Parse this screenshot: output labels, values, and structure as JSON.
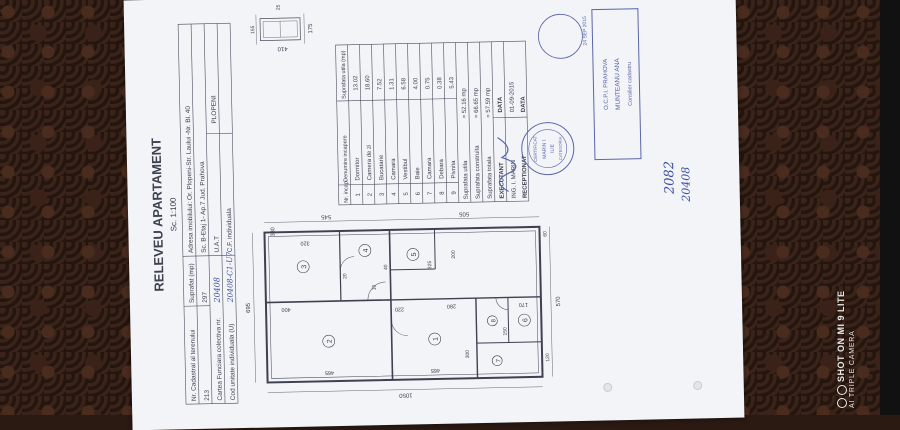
{
  "title": "RELEVEU APARTAMENT",
  "scale": "Sc. 1:100",
  "info_table": {
    "headers": [
      "Nr. Cadastral al terenului",
      "Suprafat (mp)",
      "Adresa imobilului: Or. Plopeni-Str. Laului -Nr. Bl. 40"
    ],
    "row1": [
      "213",
      "297",
      "Sc. B-Etaj 1- Ap.7 Jud. Prahova"
    ],
    "row2_label": "Cartea Funciara colectiva nr.",
    "row2_value": "20408",
    "uat_label": "U.A.T",
    "uat_value": "PLOPENI",
    "cod_label": "Cod unitate individuala (U)",
    "cod_value": "20408-C1-U7",
    "cf_label": "C.F. individuala"
  },
  "rooms_table": {
    "headers": [
      "Nr. incap",
      "Denumire incapere",
      "Suprafata utila (mp)"
    ],
    "rows": [
      [
        "1",
        "Dormitor",
        "13.02"
      ],
      [
        "2",
        "Camera de zi",
        "18.60"
      ],
      [
        "3",
        "Bucatarie",
        "7.52"
      ],
      [
        "4",
        "Camara",
        "1.31"
      ],
      [
        "5",
        "Vestibul",
        "6.58"
      ],
      [
        "6",
        "Baie",
        "4.00"
      ],
      [
        "7",
        "Camara",
        "0.75"
      ],
      [
        "8",
        "Debara",
        "0.38"
      ],
      [
        "9",
        "Pivnita",
        "5.43"
      ]
    ],
    "utila_label": "Suprafata utila",
    "utila_value": "= 52.16 mp",
    "construita_label": "Suprafata construita",
    "construita_value": "= 66.65 mp",
    "totala_label": "Suprafata totala",
    "totala_value": "= 57.59 mp"
  },
  "executant": {
    "label": "EXECUTANT",
    "data_label": "DATA",
    "name": "ING. I. MARIN",
    "date": "01-09-2015"
  },
  "receptionat": {
    "label": "RECEPTIONAT",
    "data_label": "DATA"
  },
  "stamp_top": [
    "O.C.P.I. PRAHOVA",
    "MUNTEANU ANA",
    "Consilier cadastru"
  ],
  "stamp_date": "24 SEP 2015",
  "stamp_round": [
    "CERTIFICAT",
    "MARIN I.",
    "ILIE",
    "CATEGORIA"
  ],
  "handwriting": [
    "2082",
    "20408"
  ],
  "plan_dims": {
    "top_total": "695",
    "left_total": "1050",
    "bottom_total": "570",
    "right_upper": "545",
    "right_lower": "505",
    "d465a": "465",
    "d465b": "465",
    "d400": "400",
    "d330": "330",
    "d320": "320",
    "d220": "220",
    "d280": "280",
    "d170": "170",
    "d40": "40",
    "d20": "20",
    "d120": "120",
    "d60": "60",
    "d10": "10",
    "d150": "150",
    "d200": "200",
    "d300": "300",
    "d325": "325",
    "cellar_w": "175",
    "cellar_h": "410",
    "cellar_155": "155",
    "cellar_25": "25"
  },
  "watermark": {
    "line1": "SHOT ON MI 9 LITE",
    "line2": "AI TRIPLE CAMERA"
  }
}
